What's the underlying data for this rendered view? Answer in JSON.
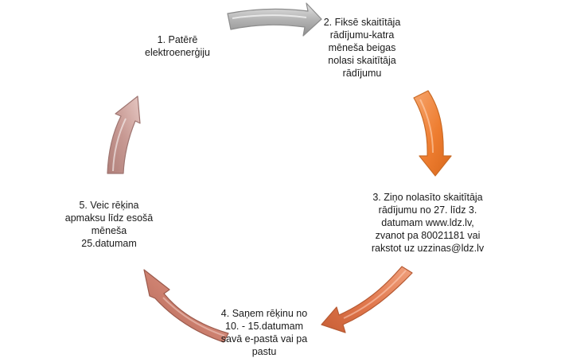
{
  "diagram": {
    "type": "cycle",
    "steps": [
      {
        "number": 1,
        "lines": [
          "1. Patērē",
          "elektroenerģiju"
        ]
      },
      {
        "number": 2,
        "lines": [
          "2. Fiksē skaitītāja",
          "rādījumu-katra",
          "mēneša beigas",
          "nolasi skaitītāja",
          "rādījumu"
        ],
        "arrow_color": "#a8a8a8"
      },
      {
        "number": 3,
        "lines": [
          "3. Ziņo nolasīto skaitītāja",
          "rādījumu no 27. līdz 3.",
          "datumam www.ldz.lv,",
          "zvanot pa 80021181 vai",
          "rakstot uz uzzinas@ldz.lv"
        ],
        "arrow_color": "#ee7d30"
      },
      {
        "number": 4,
        "lines": [
          "4. Saņem rēķinu no",
          "10. - 15.datumam",
          "savā e-pastā vai pa",
          "pastu"
        ],
        "arrow_color": "#e0764b"
      },
      {
        "number": 5,
        "lines": [
          "5. Veic rēķina",
          "apmaksu līdz esošā",
          "mēneša",
          "25.datumam"
        ],
        "arrow_color": "#cc7f6e"
      }
    ],
    "arrow_colors": {
      "arrow_1_to_2": "#a8a8a8",
      "arrow_2_to_3": "#ee7d30",
      "arrow_3_to_4": "#e0764b",
      "arrow_4_to_5": "#cc7f6e",
      "arrow_5_to_1": "#c89a94"
    }
  }
}
